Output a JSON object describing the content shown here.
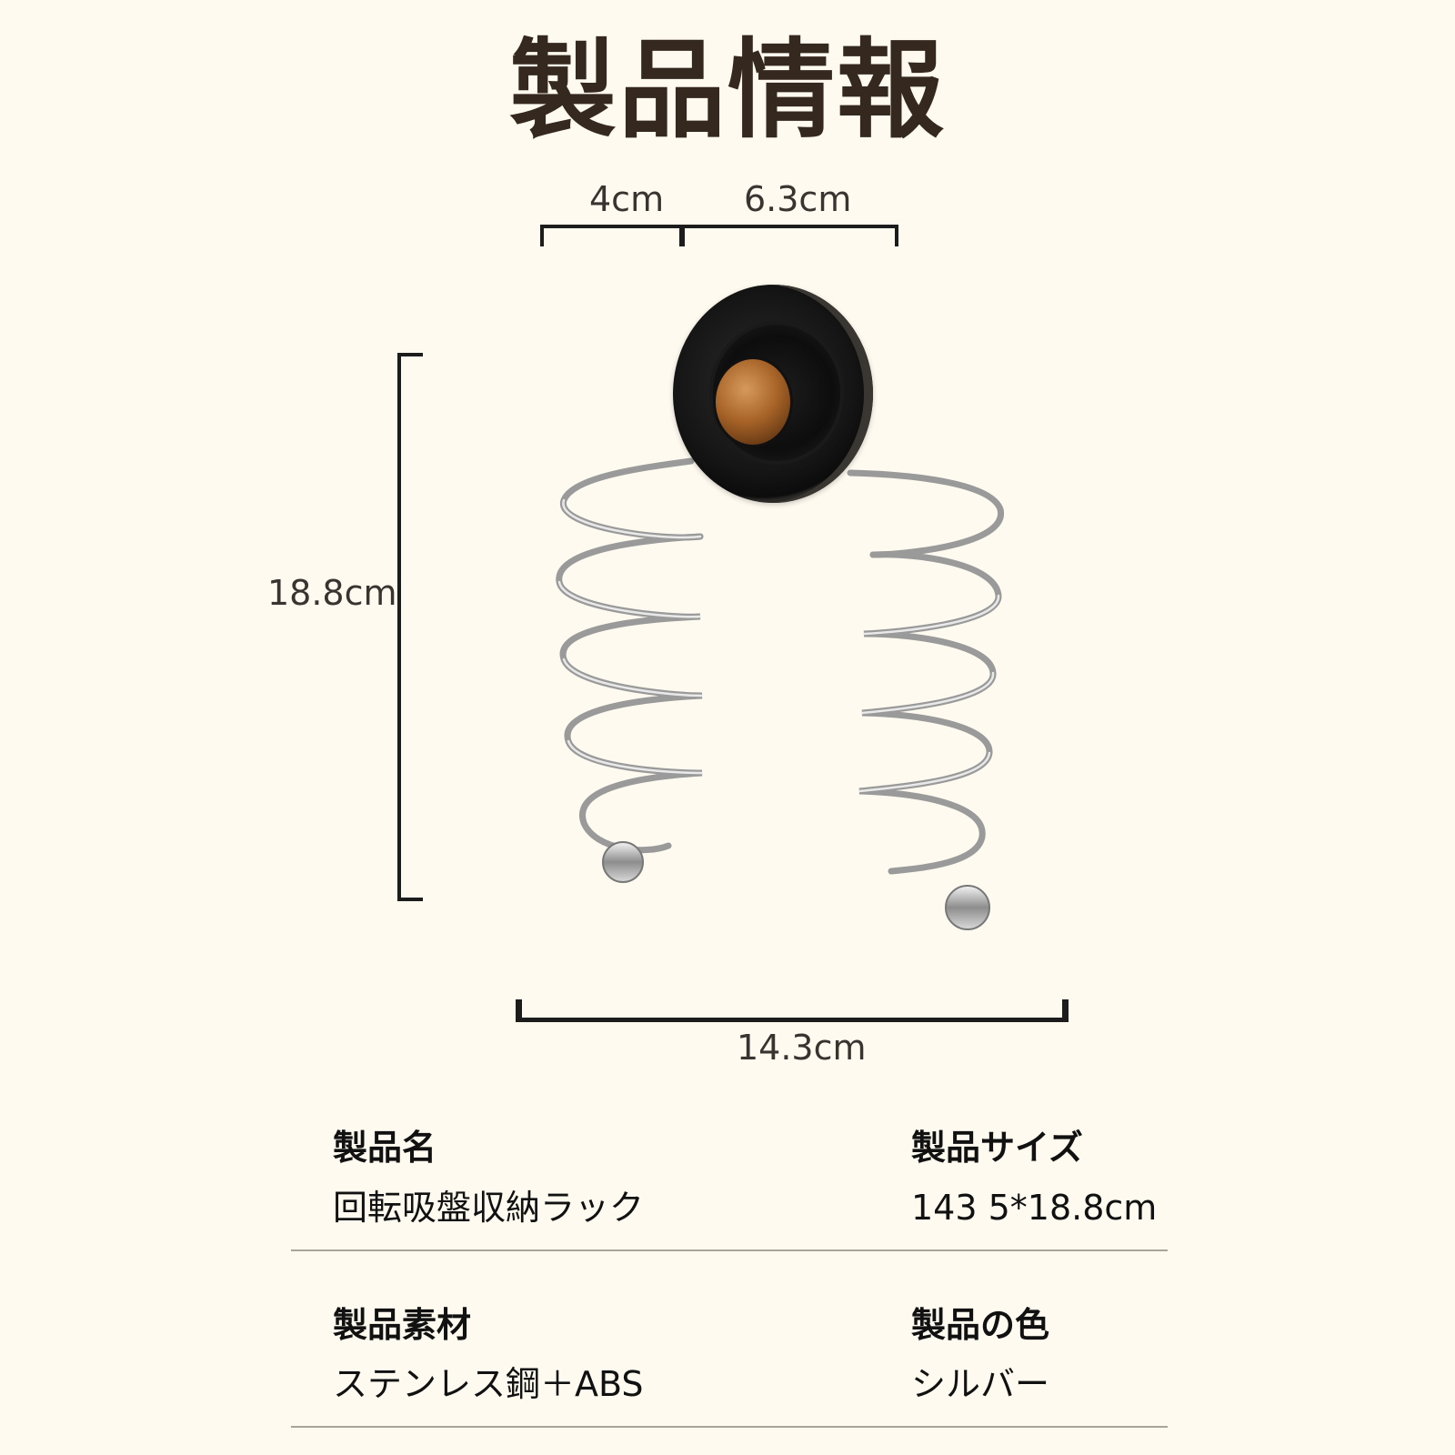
{
  "header": {
    "title": "製品情報"
  },
  "dimensions": {
    "top_left": "4cm",
    "top_right": "6.3cm",
    "height": "18.8cm",
    "width": "14.3cm"
  },
  "product_image": {
    "description": "回転吸盤収納ラック（黒い吸盤・木目ノブ・ステンレス製スパイラルホルダー2本）"
  },
  "info": {
    "rows": [
      {
        "left": {
          "label": "製品名",
          "value": "回転吸盤収納ラック"
        },
        "right": {
          "label": "製品サイズ",
          "value": "143 5*18.8cm"
        }
      },
      {
        "left": {
          "label": "製品素材",
          "value": "ステンレス鋼＋ABS"
        },
        "right": {
          "label": "製品の色",
          "value": "シルバー"
        }
      }
    ]
  },
  "colors": {
    "background": "#fefaf0",
    "title": "#35281e",
    "divider": "#aaa39c",
    "bracket": "#1c1c1c"
  }
}
